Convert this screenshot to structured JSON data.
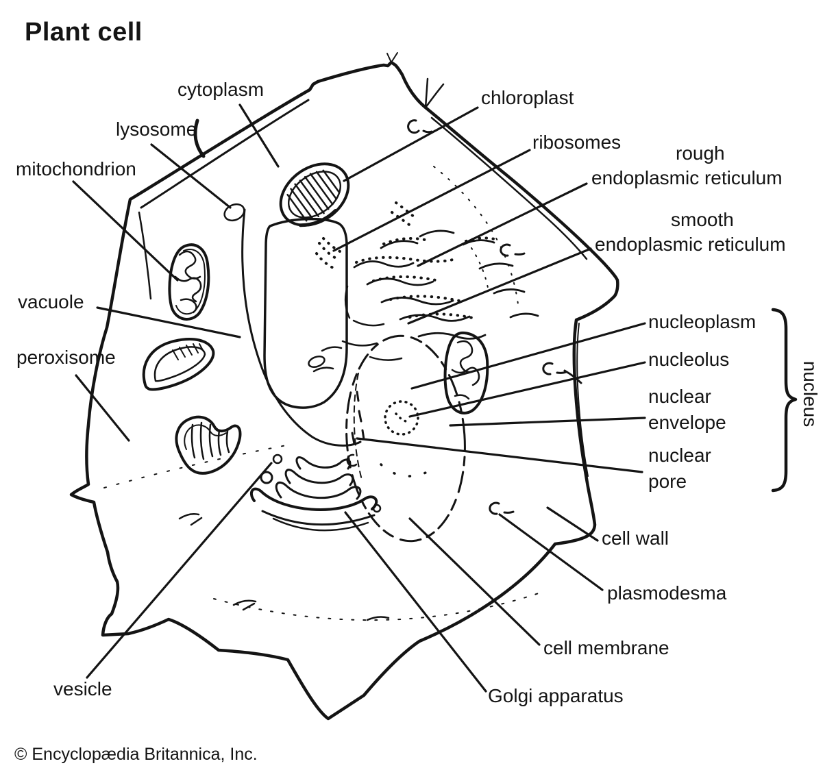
{
  "title": "Plant cell",
  "credit": "© Encyclopædia Britannica, Inc.",
  "colors": {
    "ink": "#141414",
    "background": "#ffffff"
  },
  "labels": {
    "cytoplasm": "cytoplasm",
    "lysosome": "lysosome",
    "mitochondrion": "mitochondrion",
    "vacuole": "vacuole",
    "peroxisome": "peroxisome",
    "vesicle": "vesicle",
    "chloroplast": "chloroplast",
    "ribosomes": "ribosomes",
    "rough_er_line1": "rough",
    "rough_er_line2": "endoplasmic reticulum",
    "smooth_er_line1": "smooth",
    "smooth_er_line2": "endoplasmic reticulum",
    "nucleoplasm": "nucleoplasm",
    "nucleolus": "nucleolus",
    "nuclear_envelope_line1": "nuclear",
    "nuclear_envelope_line2": "envelope",
    "nuclear_pore_line1": "nuclear",
    "nuclear_pore_line2": "pore",
    "nucleus": "nucleus",
    "cell_wall": "cell wall",
    "plasmodesma": "plasmodesma",
    "cell_membrane": "cell membrane",
    "golgi_apparatus": "Golgi apparatus"
  }
}
